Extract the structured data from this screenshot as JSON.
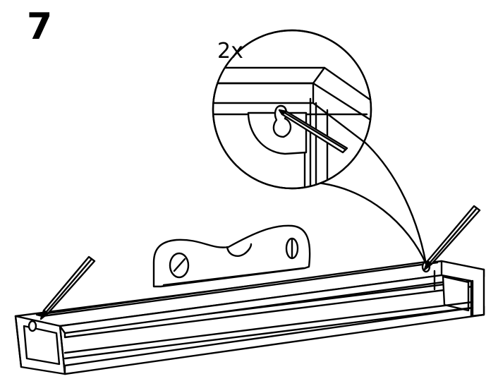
{
  "step": {
    "number": "7"
  },
  "detail": {
    "quantity": "2x"
  },
  "colors": {
    "ink": "#000000",
    "paper": "#ffffff"
  },
  "icons": {
    "frame": "shelf-frame",
    "bracket": "wall-bracket",
    "pencil": "pencil-icon",
    "zoom": "magnifier-callout"
  }
}
